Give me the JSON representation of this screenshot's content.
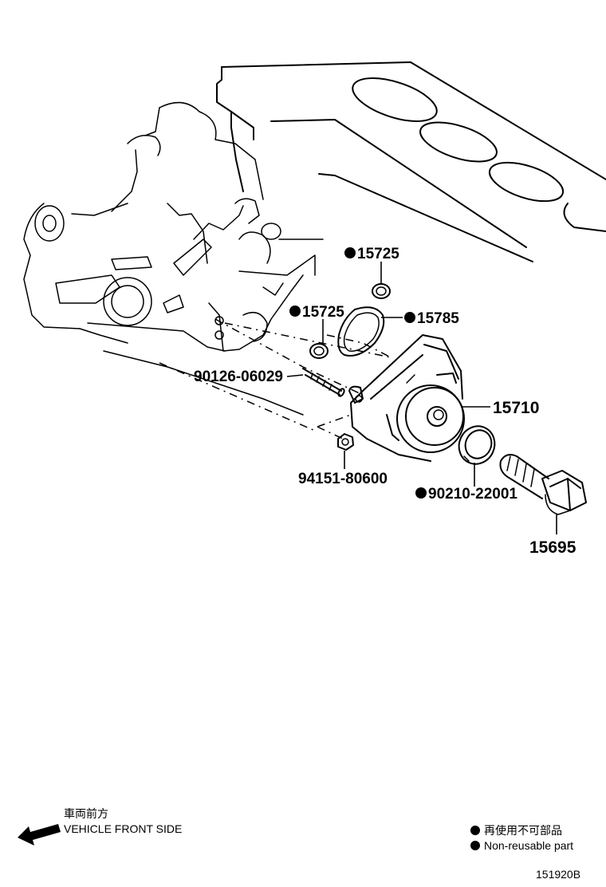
{
  "parts": {
    "p15725_upper": "15725",
    "p15725_lower": "15725",
    "p15785": "15785",
    "p90126": "90126-06029",
    "p15710": "15710",
    "p94151": "94151-80600",
    "p90210": "90210-22001",
    "p15695": "15695"
  },
  "direction": {
    "label_jp": "車両前方",
    "label_en": "VEHICLE FRONT SIDE",
    "arrow_icon": "arrow-left-down-icon"
  },
  "legend": {
    "marker_icon": "filled-circle-icon",
    "jp": "再使用不可部品",
    "en": "Non-reusable part"
  },
  "figure_code": "151920B",
  "colors": {
    "ink": "#000000",
    "paper": "#ffffff"
  }
}
